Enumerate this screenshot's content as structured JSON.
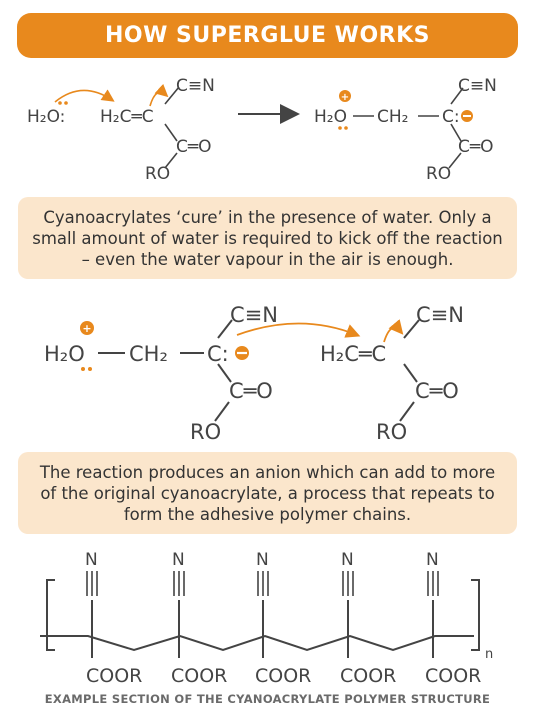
{
  "title": "HOW SUPERGLUE WORKS",
  "notes": {
    "first": "Cyanoacrylates ‘cure’ in the presence of water. Only a small amount of water is required to kick off the reaction – even the water vapour in the air is enough.",
    "second": "The reaction produces an anion which can add to more of the original cyanoacrylate, a process that repeats to form the adhesive polymer chains."
  },
  "chem": {
    "h2o": "H₂O",
    "h2o_colon": "H₂O:",
    "h2c_eq_c": "H₂C═C",
    "ch2": "CH₂",
    "c_colon": "C:",
    "cn": "C≡N",
    "co": "C═O",
    "ro": "RO",
    "n": "N",
    "coor": "COOR",
    "sub_n": "n"
  },
  "colors": {
    "accent": "#e8891d",
    "note_bg": "#fbe6cc",
    "text": "#444444"
  },
  "caption": "EXAMPLE SECTION OF THE CYANOACRYLATE POLYMER STRUCTURE"
}
